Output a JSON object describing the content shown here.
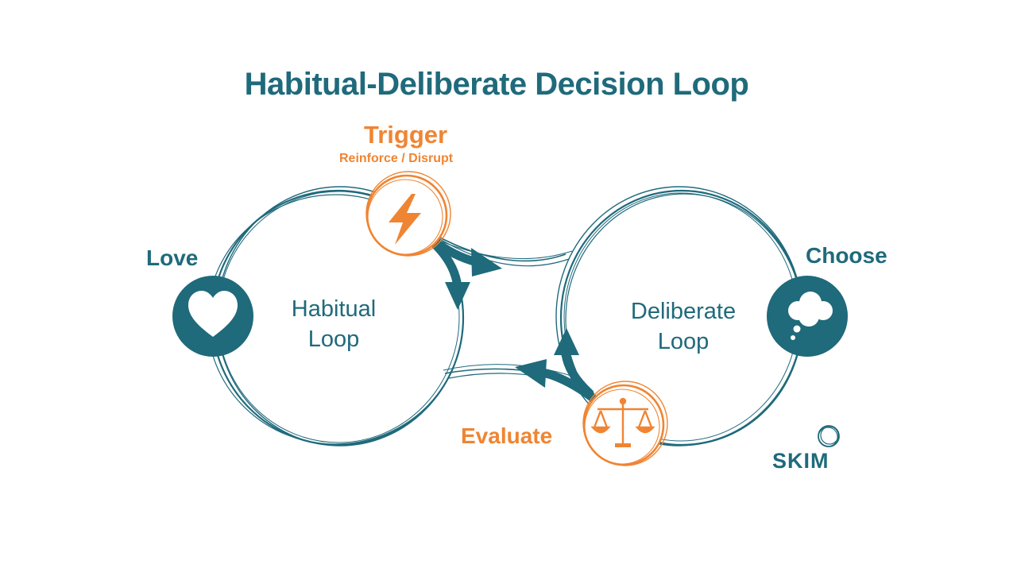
{
  "title": "Habitual-Deliberate Decision Loop",
  "trigger": {
    "label": "Trigger",
    "sublabel": "Reinforce / Disrupt"
  },
  "habitual": {
    "line1": "Habitual",
    "line2": "Loop"
  },
  "deliberate": {
    "line1": "Deliberate",
    "line2": "Loop"
  },
  "love": {
    "label": "Love"
  },
  "choose": {
    "label": "Choose"
  },
  "evaluate": {
    "label": "Evaluate"
  },
  "brand": {
    "name": "SKIM"
  },
  "icons": [
    "lightning-bolt-icon",
    "heart-icon",
    "thought-cloud-icon",
    "balance-scale-icon",
    "skim-logo-icon"
  ],
  "colors": {
    "teal": "#1f6a7b",
    "orange": "#ef8533",
    "background": "#ffffff"
  }
}
